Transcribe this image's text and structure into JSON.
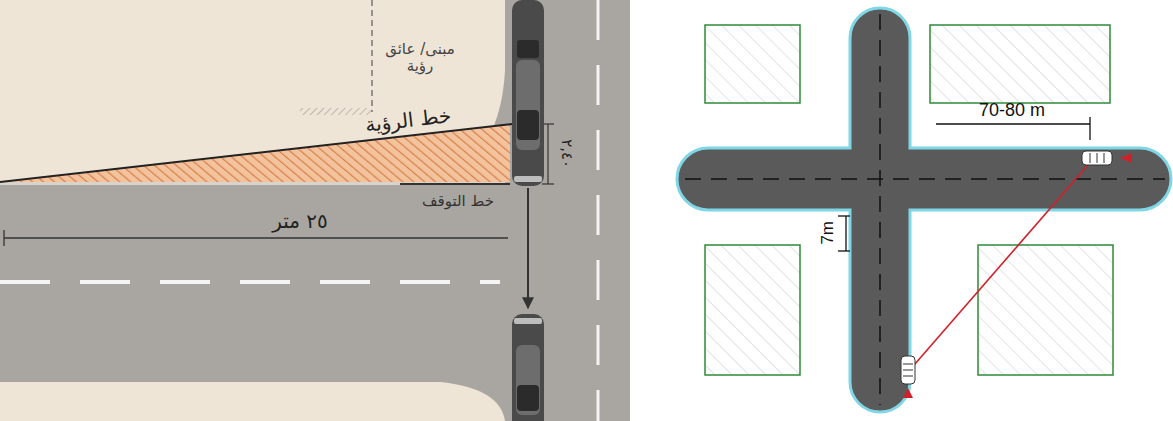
{
  "diagram": {
    "labels": [
      "مبنى/ عائق رؤية",
      "خط الرؤية",
      "٢,٤٠",
      "خط التوقف",
      "٢٥ متر",
      "70-80 m",
      "7m"
    ]
  }
}
